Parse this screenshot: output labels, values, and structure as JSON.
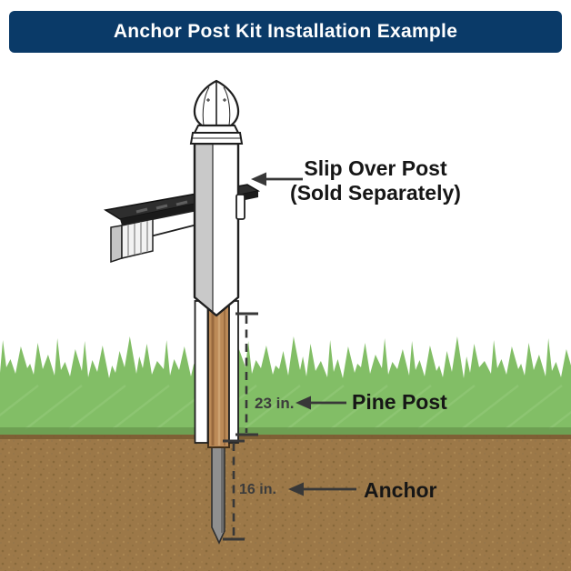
{
  "header": {
    "title": "Anchor Post Kit Installation Example"
  },
  "callouts": {
    "slip_over_post": {
      "line1": "Slip Over Post",
      "line2": "(Sold Separately)"
    },
    "pine_post": {
      "label": "Pine Post",
      "measurement": "23 in."
    },
    "anchor": {
      "label": "Anchor",
      "measurement": "16 in."
    }
  },
  "colors": {
    "header_bg": "#0a3a68",
    "header_text": "#ffffff",
    "label_text": "#161616",
    "measure_text": "#3c3c3c",
    "grass": "#82be66",
    "grass_light": "#96cb7c",
    "dirt": "#9c7848",
    "dirt_dark": "#7c5d33",
    "wood": "#bc8a57",
    "post_white": "#ffffff",
    "post_shade": "#c9c9c9",
    "anchor_metal": "#8f8f8f",
    "outline": "#1f1f1f"
  }
}
